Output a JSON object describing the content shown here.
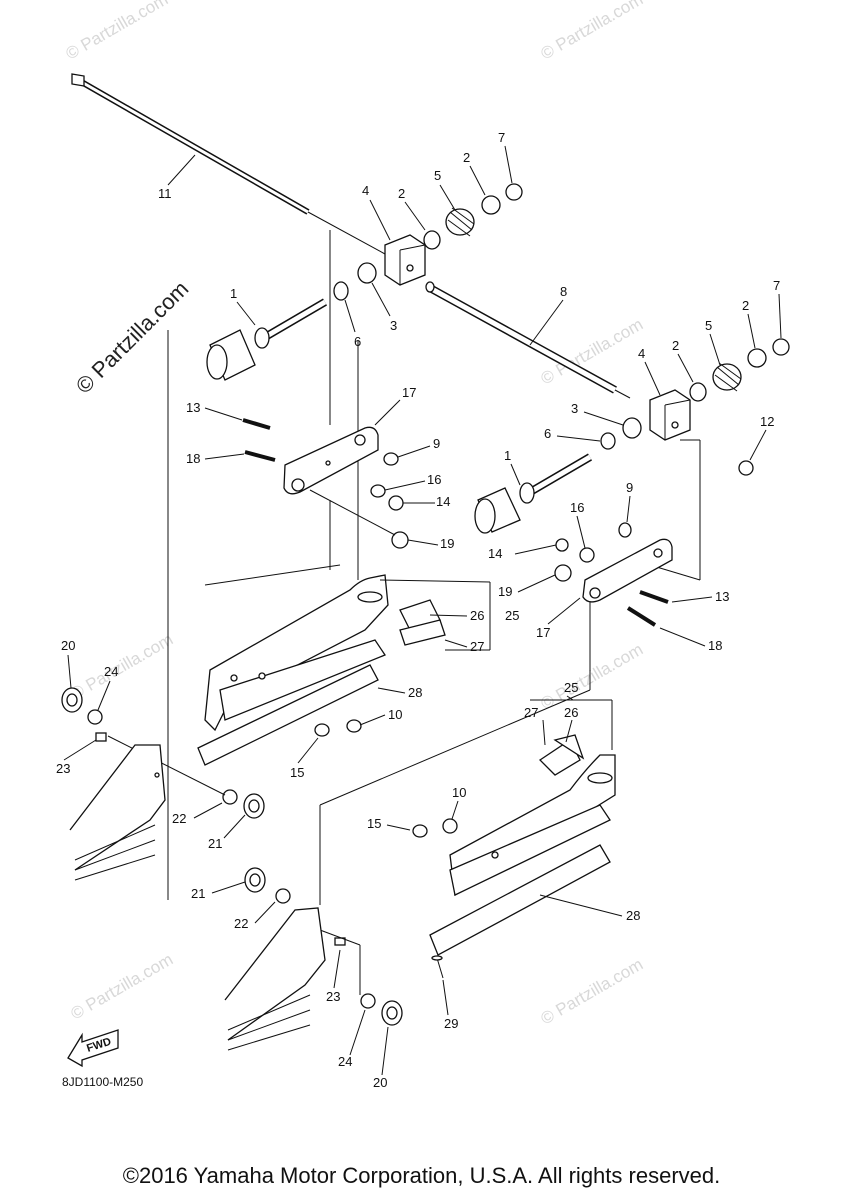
{
  "diagram": {
    "part_code": "8JD1100-M250",
    "fwd_label": "FWD",
    "watermark_main": "© Partzilla.com",
    "watermark_faint": "© Partzilla.com",
    "callouts": {
      "c11": "11",
      "c4a": "4",
      "c2a": "2",
      "c5a": "5",
      "c2b": "2",
      "c7a": "7",
      "c8": "8",
      "c1a": "1",
      "c6a": "6",
      "c3a": "3",
      "c4b": "4",
      "c2c": "2",
      "c5b": "5",
      "c2d": "2",
      "c7b": "7",
      "c3b": "3",
      "c6b": "6",
      "c12": "12",
      "c17a": "17",
      "c13a": "13",
      "c18a": "18",
      "c9a": "9",
      "c16a": "16",
      "c14a": "14",
      "c19a": "19",
      "c1b": "1",
      "c9b": "9",
      "c16b": "16",
      "c14b": "14",
      "c19b": "19",
      "c13b": "13",
      "c18b": "18",
      "c17b": "17",
      "c26a": "26",
      "c25a": "25",
      "c27a": "27",
      "c28a": "28",
      "c10a": "10",
      "c15a": "15",
      "c20a": "20",
      "c24a": "24",
      "c23a": "23",
      "c22a": "22",
      "c21a": "21",
      "c25b": "25",
      "c27b": "27",
      "c26b": "26",
      "c10b": "10",
      "c15b": "15",
      "c28b": "28",
      "c21b": "21",
      "c22b": "22",
      "c23b": "23",
      "c24b": "24",
      "c20b": "20",
      "c29": "29"
    }
  },
  "footer": {
    "copyright": "©2016 Yamaha Motor Corporation, U.S.A. All rights reserved."
  }
}
